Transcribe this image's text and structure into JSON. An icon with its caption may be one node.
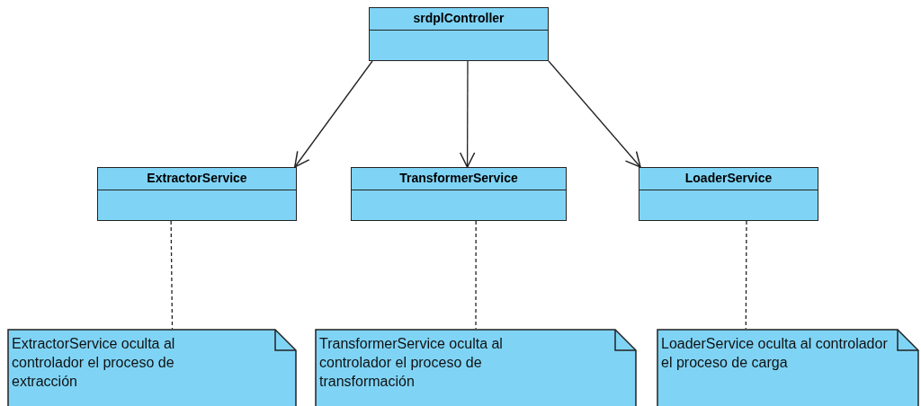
{
  "diagram": {
    "nodes": [
      {
        "text": [
          "srdplController"
        ]
      },
      {
        "text": [
          "ExtractorService"
        ]
      },
      {
        "text": [
          "TransformerService"
        ]
      },
      {
        "text": [
          "LoaderService"
        ]
      },
      {
        "text": [
          "ExtractorService oculta al controlador el proceso de extracción"
        ]
      },
      {
        "text": [
          "TransformerService oculta al controlador el proceso de transformación"
        ]
      },
      {
        "text": [
          "LoaderService oculta al controlador el proceso de carga"
        ]
      }
    ],
    "edges": [
      {
        "from": 0,
        "to": 1,
        "arrow": "to"
      },
      {
        "from": 0,
        "to": 2,
        "arrow": "to"
      },
      {
        "from": 0,
        "to": 3,
        "arrow": "to"
      },
      {
        "from": 1,
        "to": 4,
        "arrow": "none",
        "style": "dashed"
      },
      {
        "from": 2,
        "to": 5,
        "arrow": "none",
        "style": "dashed"
      },
      {
        "from": 3,
        "to": 6,
        "arrow": "none",
        "style": "dashed"
      }
    ]
  }
}
